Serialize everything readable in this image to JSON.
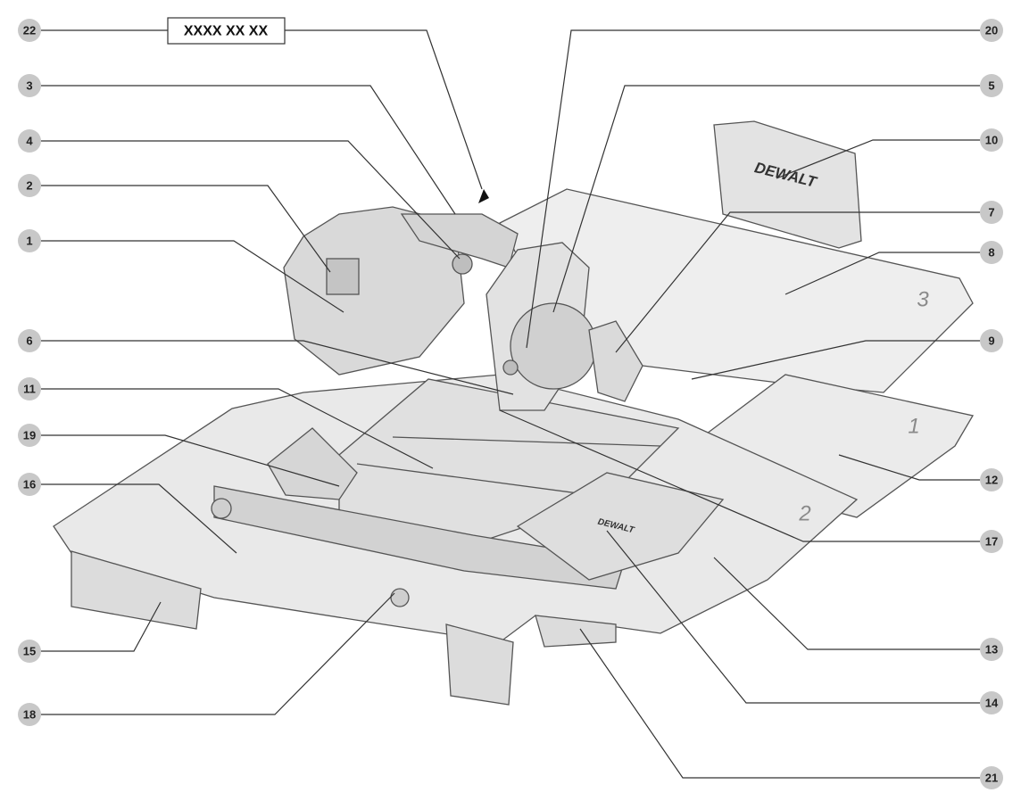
{
  "model_label": "XXXX XX XX",
  "brand": "DEWALT",
  "tray_numbers": [
    "1",
    "2",
    "3"
  ],
  "callouts": {
    "c1": "1",
    "c2": "2",
    "c3": "3",
    "c4": "4",
    "c5": "5",
    "c6": "6",
    "c7": "7",
    "c8": "8",
    "c9": "9",
    "c10": "10",
    "c11": "11",
    "c12": "12",
    "c13": "13",
    "c14": "14",
    "c15": "15",
    "c16": "16",
    "c17": "17",
    "c18": "18",
    "c19": "19",
    "c20": "20",
    "c21": "21",
    "c22": "22"
  },
  "colors": {
    "line": "#333333",
    "callout_fill": "#c8c8c8",
    "body_fill": "#e4e4e4",
    "tray_fill": "#ededed"
  }
}
